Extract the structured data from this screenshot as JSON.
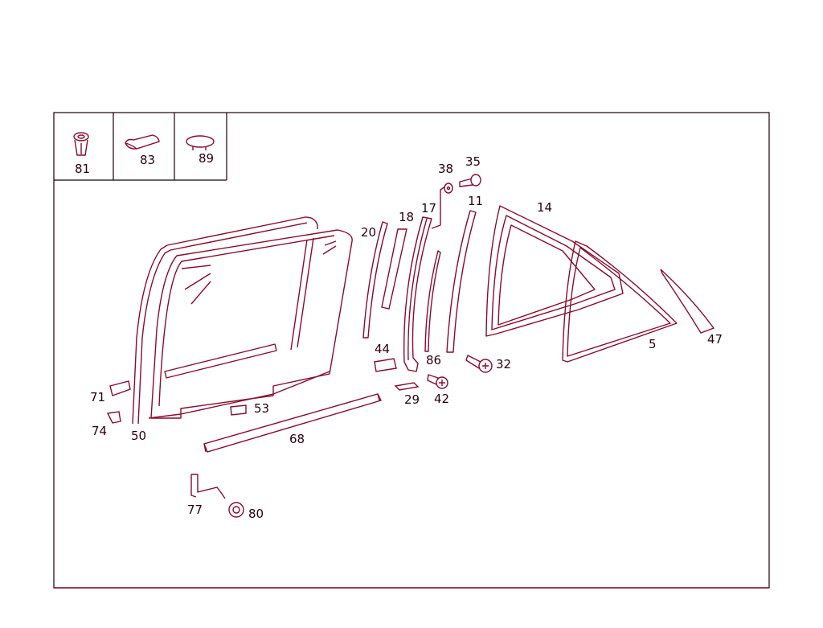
{
  "diagram": {
    "inset_parts": [
      {
        "number": "81",
        "icon": "clip-icon"
      },
      {
        "number": "83",
        "icon": "pad-icon"
      },
      {
        "number": "89",
        "icon": "cap-icon"
      }
    ],
    "labels": {
      "p5": "5",
      "p11": "11",
      "p14": "14",
      "p17": "17",
      "p18": "18",
      "p20": "20",
      "p29": "29",
      "p32": "32",
      "p35": "35",
      "p38": "38",
      "p42": "42",
      "p44": "44",
      "p47": "47",
      "p50": "50",
      "p53": "53",
      "p68": "68",
      "p71": "71",
      "p74": "74",
      "p77": "77",
      "p80": "80",
      "p86": "86"
    },
    "colors": {
      "line": "#8a0a2c",
      "frame": "#1a0008"
    }
  }
}
